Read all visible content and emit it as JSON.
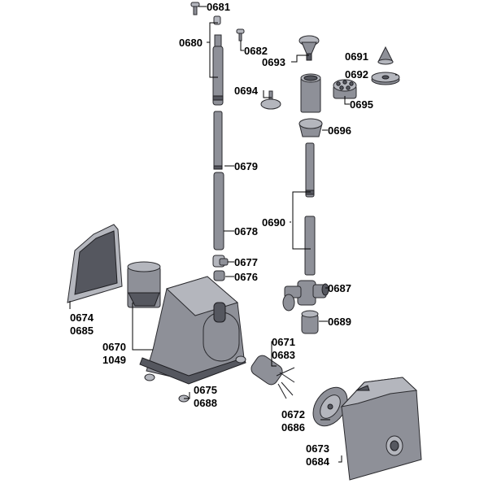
{
  "labels": {
    "p0681": "0681",
    "p0680": "0680",
    "p0682": "0682",
    "p0693": "0693",
    "p0691": "0691",
    "p0692": "0692",
    "p0694": "0694",
    "p0695": "0695",
    "p0696": "0696",
    "p0679": "0679",
    "p0690": "0690",
    "p0678": "0678",
    "p0677": "0677",
    "p0676": "0676",
    "p0687": "0687",
    "p0689": "0689",
    "p0674": "0674",
    "p0685": "0685",
    "p0670": "0670",
    "p1049": "1049",
    "p0671": "0671",
    "p0683": "0683",
    "p0675": "0675",
    "p0688": "0688",
    "p0672": "0672",
    "p0686": "0686",
    "p0673": "0673",
    "p0684": "0684"
  }
}
